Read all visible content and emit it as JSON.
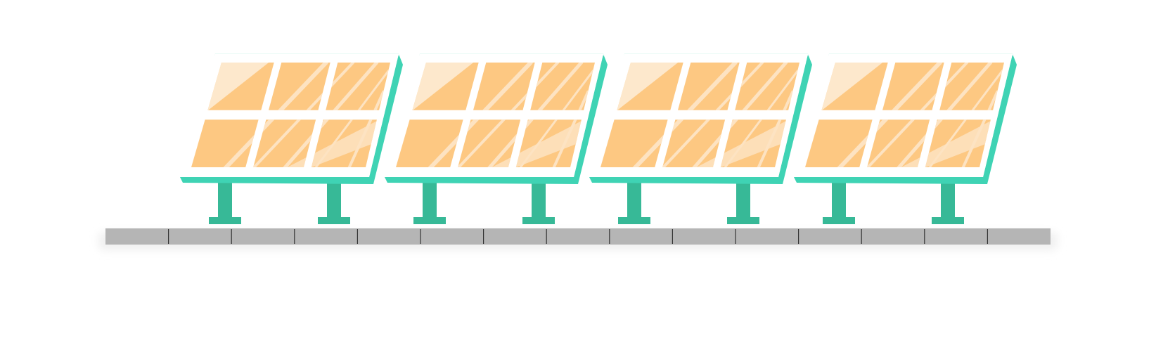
{
  "scene": {
    "subject": "solar-panel-array",
    "panel_count": 4,
    "cells_per_panel": {
      "rows": 2,
      "cols": 3
    },
    "ground_segment_count": 15
  },
  "colors": {
    "background": "#ffffff",
    "frame": "#ffffff",
    "frame_edge": "#3fd3b4",
    "cell": "#fdc882",
    "cell_highlight": "#fde8cc",
    "reflection": "#fde3c2",
    "support": "#37b997",
    "ground": "#b5b5b5",
    "ground_divider": "#333333",
    "shadow": "#f2f2f2"
  },
  "icons": {
    "panel": "solar-panel-icon",
    "support": "panel-support-post-icon",
    "ground": "ground-rail-icon"
  }
}
